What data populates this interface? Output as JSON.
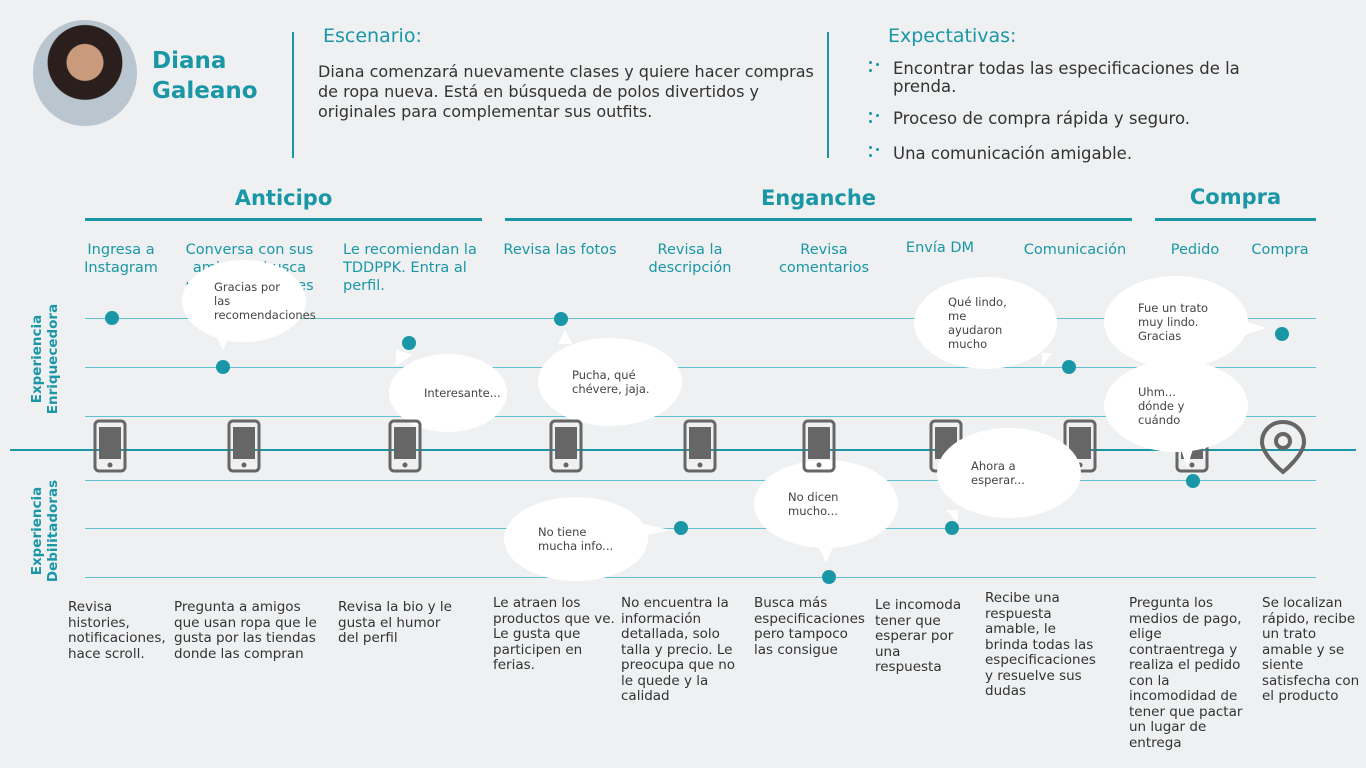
{
  "persona": {
    "name_line1": "Diana",
    "name_line2": "Galeano"
  },
  "scenario": {
    "title": "Escenario:",
    "text": "Diana comenzará nuevamente clases y quiere hacer compras de ropa nueva. Está en búsqueda de polos divertidos y originales para complementar sus outfits."
  },
  "expectations": {
    "title": "Expectativas:",
    "items": [
      "Encontrar todas las especificaciones de la prenda.",
      "Proceso de compra rápida y seguro.",
      "Una comunicación amigable."
    ]
  },
  "phases": [
    "Anticipo",
    "Enganche",
    "Compra"
  ],
  "steps": [
    "Ingresa a Instagram",
    "Conversa con sus amigos y busca recomendaciones",
    "Le recomiendan la TDDPPK. Entra al perfil.",
    "Revisa las fotos",
    "Revisa la descripción",
    "Revisa comentarios",
    "Envía DM",
    "Comunicación",
    "Pedido",
    "Compra"
  ],
  "axis_labels": {
    "top_1": "Experiencia",
    "top_2": "Enriquecedora",
    "bottom_1": "Experiencia",
    "bottom_2": "Debilitadoras"
  },
  "bubbles": [
    "Gracias por las recomendaciones",
    "Interesante...",
    "Pucha, qué chévere, jaja.",
    "Qué lindo, me ayudaron mucho",
    "Fue un trato muy lindo. Gracias",
    "Uhm... dónde y cuándo",
    "No tiene mucha info...",
    "No dicen mucho...",
    "Ahora a esperar..."
  ],
  "descriptions": [
    "Revisa histories, notificaciones, hace scroll.",
    "Pregunta a amigos que usan ropa que le gusta por las tiendas donde las compran",
    "Revisa la bio y le gusta el humor del perfil",
    "Le atraen los productos que ve. Le gusta que participen en ferias.",
    "No encuentra la información detallada, solo talla y precio. Le preocupa que no le quede y la calidad",
    "Busca más especificaciones pero tampoco las consigue",
    "Le incomoda tener que esperar por una respuesta",
    "Recibe una respuesta amable, le brinda todas las especificaciones y resuelve sus dudas",
    "Pregunta los medios de pago, elige contraentrega y realiza el pedido con la incomodidad de tener que pactar un lugar de entrega",
    "Se localizan rápido, recibe un trato amable y se siente satisfecha con el producto"
  ],
  "icons": {
    "touchpoint": "phone-icon",
    "final": "location-pin-icon",
    "bullet": "dots-bullet-icon"
  },
  "colors": {
    "accent": "#1a97a7",
    "line": "#5fc2cf",
    "background": "#eef0f1"
  }
}
